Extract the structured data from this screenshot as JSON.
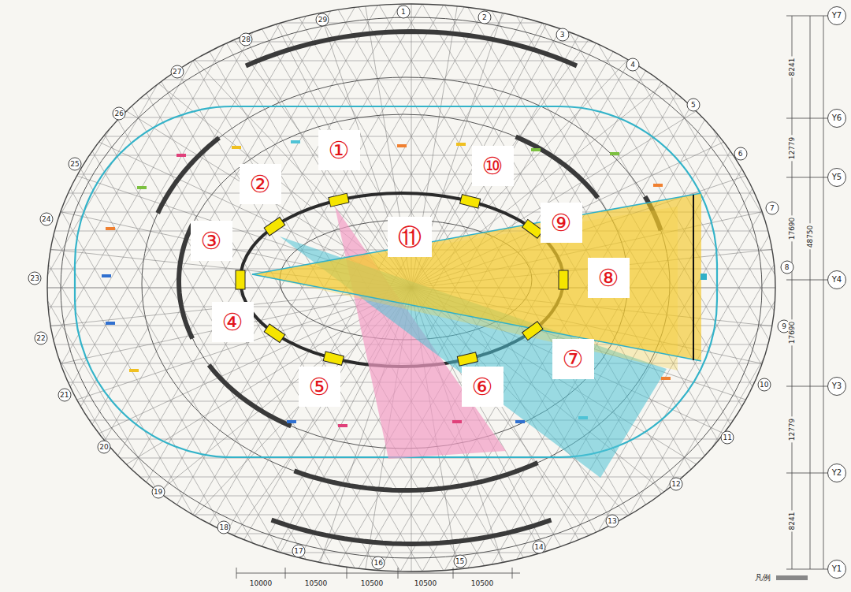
{
  "diagram": {
    "nodes": [
      {
        "text": [
          "①"
        ]
      },
      {
        "text": [
          "②"
        ]
      },
      {
        "text": [
          "③"
        ]
      },
      {
        "text": [
          "④"
        ]
      },
      {
        "text": [
          "⑤"
        ]
      },
      {
        "text": [
          "⑥"
        ]
      },
      {
        "text": [
          "⑦"
        ]
      },
      {
        "text": [
          "⑧"
        ]
      },
      {
        "text": [
          "⑨"
        ]
      },
      {
        "text": [
          "⑩"
        ]
      },
      {
        "text": [
          "⑪"
        ]
      }
    ],
    "edges": [],
    "labels": [
      "1",
      "2",
      "3",
      "4",
      "5",
      "6",
      "7",
      "8",
      "9",
      "10",
      "11",
      "12",
      "13",
      "14",
      "15",
      "16",
      "17",
      "18",
      "19",
      "20",
      "21",
      "22",
      "23",
      "24",
      "25",
      "26",
      "27",
      "28",
      "29",
      "Y7",
      "Y6",
      "Y5",
      "Y4",
      "Y3",
      "Y2",
      "Y1",
      "8241",
      "12779",
      "17690",
      "17690",
      "12779",
      "8241",
      "48750",
      "10000",
      "10500",
      "10500",
      "10500",
      "10500",
      "凡例"
    ]
  }
}
